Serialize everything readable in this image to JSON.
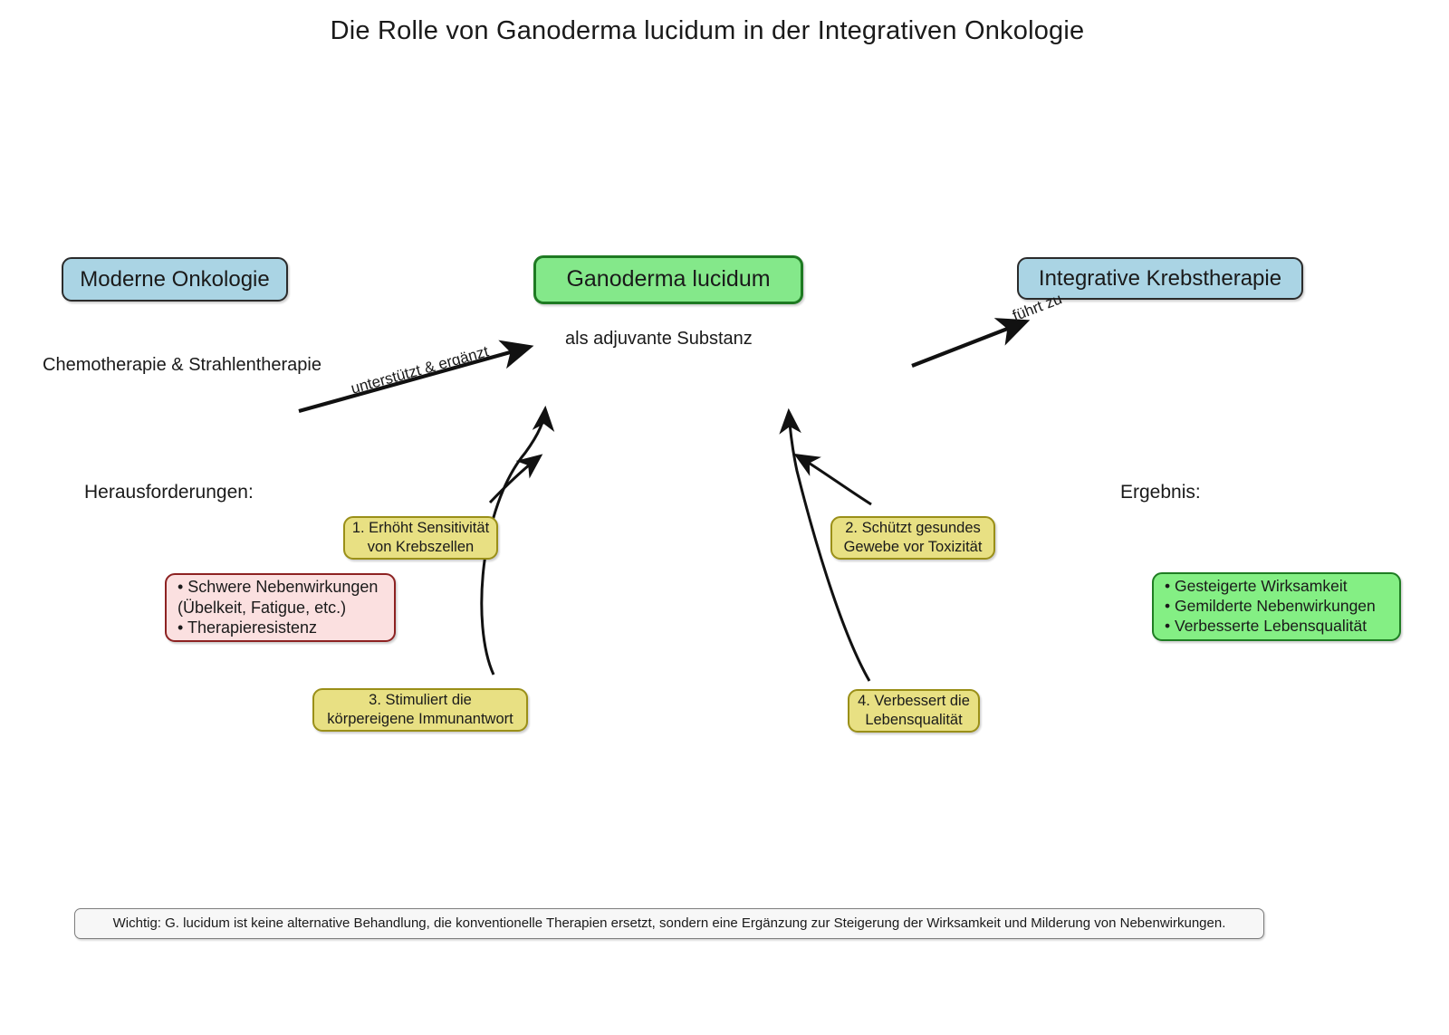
{
  "title": "Die Rolle von Ganoderma lucidum in der Integrativen Onkologie",
  "nodes": {
    "left_main": "Moderne Onkologie",
    "center_main": "Ganoderma lucidum",
    "right_main": "Integrative Krebstherapie"
  },
  "captions": {
    "left_sub": "Chemotherapie & Strahlentherapie",
    "center_sub": "als adjuvante Substanz"
  },
  "section_labels": {
    "challenges": "Herausforderungen:",
    "result": "Ergebnis:"
  },
  "edge_labels": {
    "left_to_center": "unterstützt & ergänzt",
    "center_to_right": "führt zu"
  },
  "mechanisms": [
    {
      "id": 1,
      "line1": "1. Erhöht Sensitivität",
      "line2": "von Krebszellen"
    },
    {
      "id": 2,
      "line1": "2. Schützt gesundes",
      "line2": "Gewebe vor Toxizität"
    },
    {
      "id": 3,
      "line1": "3. Stimuliert die",
      "line2": "körpereigene Immunantwort"
    },
    {
      "id": 4,
      "line1": "4. Verbessert die",
      "line2": "Lebensqualität"
    }
  ],
  "challenges_box": "• Schwere Nebenwirkungen\n  (Übelkeit, Fatigue, etc.)\n• Therapieresistenz",
  "result_box": "• Gesteigerte Wirksamkeit\n• Gemilderte Nebenwirkungen\n• Verbesserte Lebensqualität",
  "footer": "Wichtig: G. lucidum ist keine alternative Behandlung, die konventionelle Therapien ersetzt, sondern eine Ergänzung zur Steigerung der Wirksamkeit und Milderung von Nebenwirkungen.",
  "colors": {
    "blue_fill": "#aad4e4",
    "green_fill": "#84e88a",
    "yellow_fill": "#e8e083",
    "pink_fill": "#fbe0e0",
    "result_green_fill": "#84ef84",
    "stroke": "#1a1a1a"
  }
}
